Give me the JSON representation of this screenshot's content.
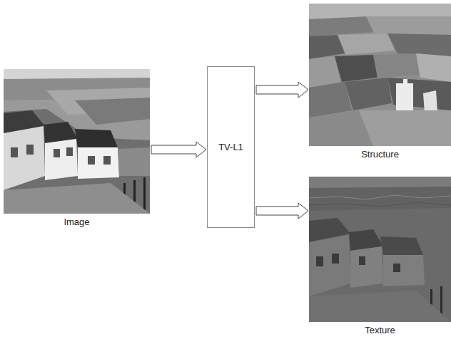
{
  "diagram": {
    "nodes": [
      {
        "text": [
          "Image"
        ]
      },
      {
        "text": [
          "TV-L1"
        ]
      },
      {
        "text": [
          "Structure"
        ]
      },
      {
        "text": [
          "Texture"
        ]
      }
    ],
    "edges": [
      {
        "from": 0,
        "to": 1,
        "arrow": "to"
      },
      {
        "from": 1,
        "to": 2,
        "arrow": "to"
      },
      {
        "from": 1,
        "to": 3,
        "arrow": "to"
      }
    ]
  }
}
